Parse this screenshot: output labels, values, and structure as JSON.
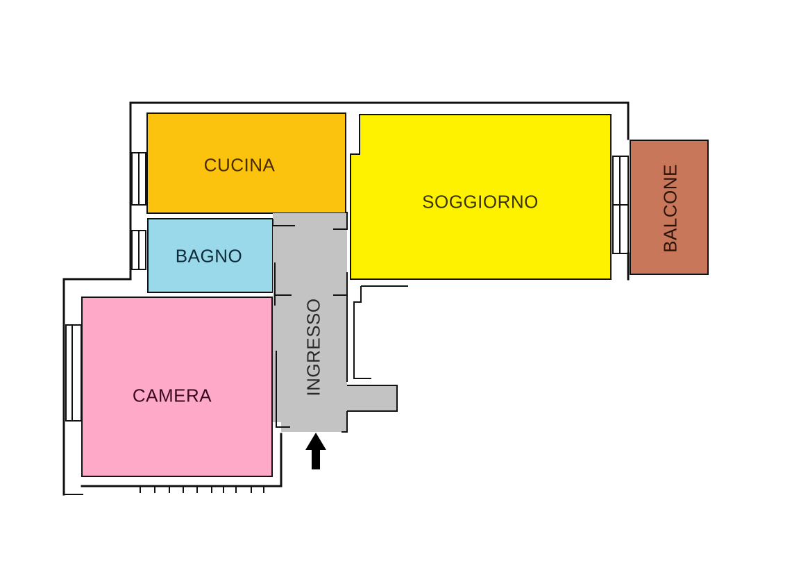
{
  "floorplan": {
    "rooms": [
      {
        "id": "cucina",
        "label": "CUCINA",
        "color": "#FBC20E",
        "text_color": "#4a2a00"
      },
      {
        "id": "soggiorno",
        "label": "SOGGIORNO",
        "color": "#FFF200",
        "text_color": "#3a3500"
      },
      {
        "id": "balcone",
        "label": "BALCONE",
        "color": "#C8775A",
        "text_color": "#2a1208"
      },
      {
        "id": "bagno",
        "label": "BAGNO",
        "color": "#99D9EA",
        "text_color": "#0d2a3a"
      },
      {
        "id": "ingresso",
        "label": "INGRESSO",
        "color": "#C3C3C3",
        "text_color": "#2a2a2a"
      },
      {
        "id": "camera",
        "label": "CAMERA",
        "color": "#FFA9C9",
        "text_color": "#3a0a1e"
      }
    ],
    "entrance_arrow": "arrow-up-icon"
  }
}
